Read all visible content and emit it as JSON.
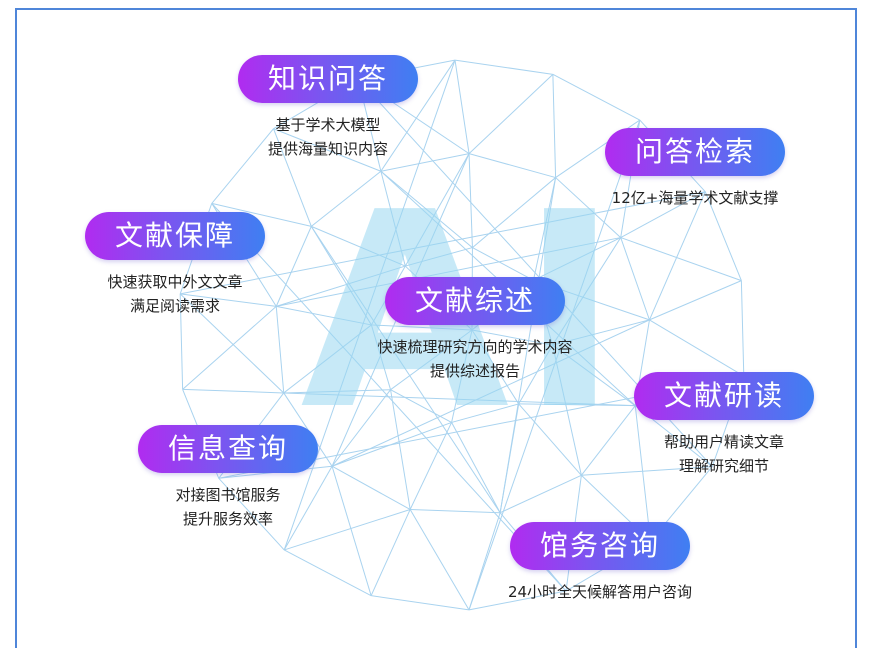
{
  "watermark": "AI",
  "colors": {
    "frame_border": "#4f86d9",
    "mesh_line": "#a9d3ef",
    "pill_gradient_start": "#b12bf0",
    "pill_gradient_end": "#3f7ff2",
    "watermark": "#9ad8f2"
  },
  "nodes": {
    "zhishi_wenda": {
      "title": "知识问答",
      "lines": [
        "基于学术大模型",
        "提供海量知识内容"
      ]
    },
    "wenda_jiansuo": {
      "title": "问答检索",
      "lines": [
        "12亿+海量学术文献支撑"
      ]
    },
    "wenxian_baozhang": {
      "title": "文献保障",
      "lines": [
        "快速获取中外文文章",
        "满足阅读需求"
      ]
    },
    "wenxian_zongshu": {
      "title": "文献综述",
      "lines": [
        "快速梳理研究方向的学术内容",
        "提供综述报告"
      ]
    },
    "wenxian_yandu": {
      "title": "文献研读",
      "lines": [
        "帮助用户精读文章",
        "理解研究细节"
      ]
    },
    "xinxi_chaxun": {
      "title": "信息查询",
      "lines": [
        "对接图书馆服务",
        "提升服务效率"
      ]
    },
    "guanwu_zixun": {
      "title": "馆务咨询",
      "lines": [
        "24小时全天候解答用户咨询"
      ]
    }
  }
}
